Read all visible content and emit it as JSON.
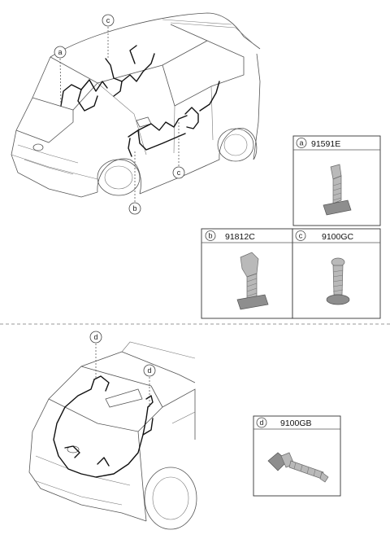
{
  "callouts": {
    "a": "a",
    "b": "b",
    "c": "c",
    "d": "d"
  },
  "parts": [
    {
      "letter": "a",
      "number": "91591E"
    },
    {
      "letter": "b",
      "number": "91812C"
    },
    {
      "letter": "c",
      "number": "9100GC"
    },
    {
      "letter": "d",
      "number": "9100GB"
    }
  ]
}
